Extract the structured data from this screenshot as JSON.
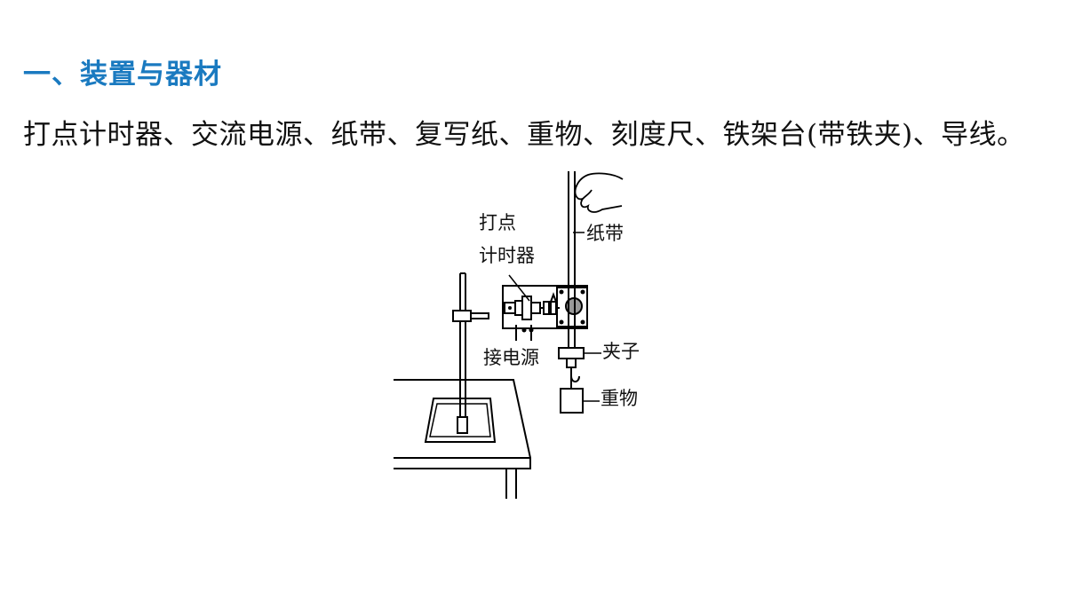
{
  "heading": "一、装置与器材",
  "body_text": "打点计时器、交流电源、纸带、复写纸、重物、刻度尺、铁架台(带铁夹)、导线。",
  "diagram": {
    "labels": {
      "timer_line1": "打点",
      "timer_line2": "计时器",
      "paper_tape": "纸带",
      "power": "接电源",
      "clip": "夹子",
      "weight": "重物"
    }
  },
  "colors": {
    "heading": "#1a7ac0",
    "text": "#111111",
    "line": "#000000"
  }
}
